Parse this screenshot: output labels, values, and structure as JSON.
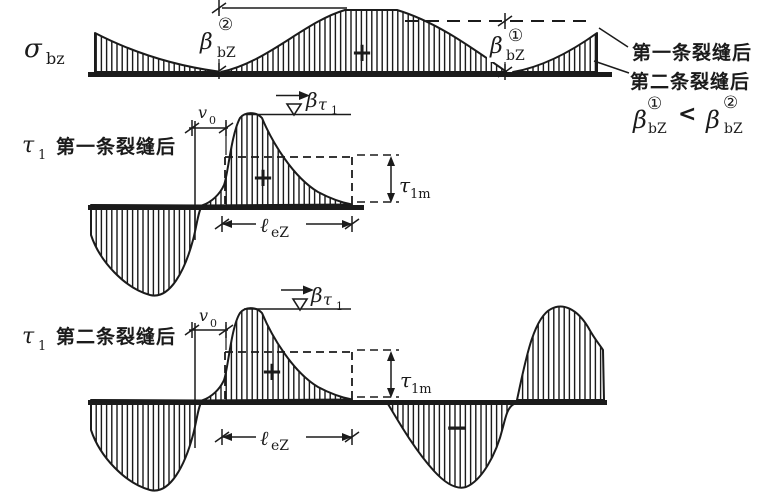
{
  "colors": {
    "ink": "#1b1b1b",
    "paper": "#ffffff"
  },
  "top": {
    "sigma": {
      "base": "σ",
      "sub": "bz"
    },
    "beta2": {
      "base": "β",
      "sup": "②",
      "sub": "bZ"
    },
    "beta1": {
      "base": "β",
      "sup": "①",
      "sub": "bZ"
    },
    "plus": "+",
    "note_first": "第一条裂缝后",
    "note_second": "第二条裂缝后",
    "formula": {
      "lhs": "β",
      "lhs_sup": "①",
      "lhs_sub": "bZ",
      "op": "<",
      "rhs": "β",
      "rhs_sup": "②",
      "rhs_sub": "bZ"
    }
  },
  "middle": {
    "tau": {
      "base": "τ",
      "sub": "1"
    },
    "title": "第一条裂缝后",
    "v0": {
      "base": "v",
      "sub": "0"
    },
    "beta_tau": {
      "beta": "β",
      "tau": "τ",
      "sub": "1"
    },
    "tau1m": {
      "base": "τ",
      "sub": "1m"
    },
    "lez": {
      "base": "ℓ",
      "sub": "eZ"
    },
    "plus": "+"
  },
  "bottom": {
    "tau": {
      "base": "τ",
      "sub": "1"
    },
    "title": "第二条裂缝后",
    "v0": {
      "base": "v",
      "sub": "0"
    },
    "beta_tau": {
      "beta": "β",
      "tau": "τ",
      "sub": "1"
    },
    "tau1m": {
      "base": "τ",
      "sub": "1m"
    },
    "lez": {
      "base": "ℓ",
      "sub": "eZ"
    },
    "plus": "+",
    "minus": "−"
  }
}
